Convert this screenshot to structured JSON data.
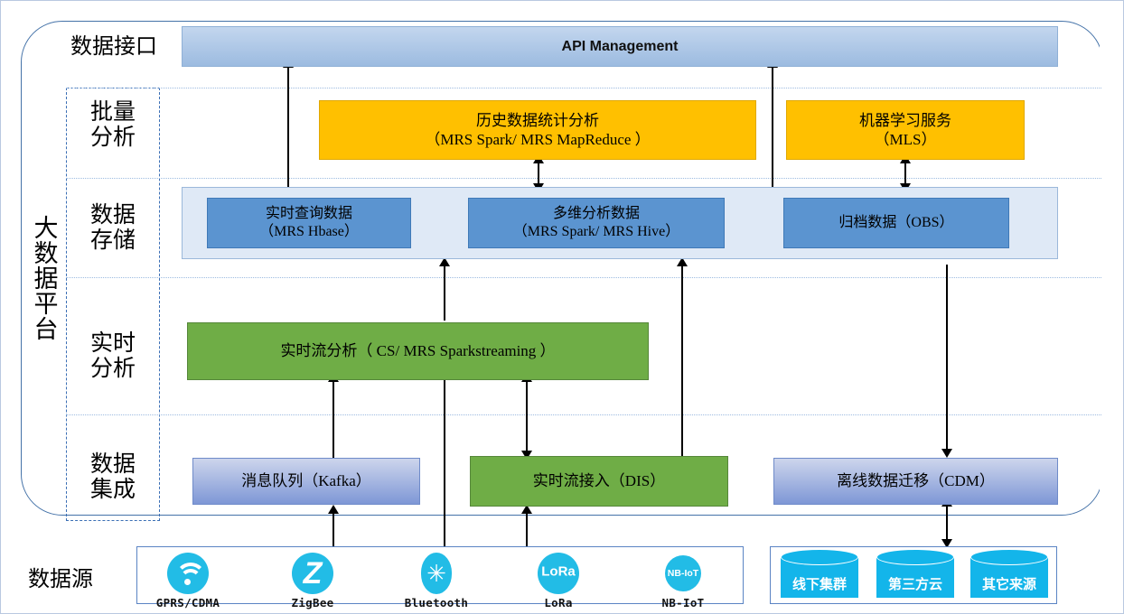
{
  "diagram": {
    "platform_label_lines": [
      "大",
      "数",
      "据",
      "平",
      "台"
    ],
    "source_label": "数据源",
    "rows": [
      {
        "name": "数据接口"
      },
      {
        "name": "批量\n分析"
      },
      {
        "name": "数据\n存储"
      },
      {
        "name": "实时\n分析"
      },
      {
        "name": "数据\n集成"
      }
    ],
    "nodes": {
      "api_management": "API Management",
      "history_analysis": {
        "line1": "历史数据统计分析",
        "line2": "（MRS Spark/ MRS MapReduce ）"
      },
      "machine_learning": {
        "line1": "机器学习服务",
        "line2": "（MLS）"
      },
      "realtime_query": {
        "line1": "实时查询数据",
        "line2": "（MRS Hbase）"
      },
      "multidim_analysis": {
        "line1": "多维分析数据",
        "line2": "（MRS Spark/ MRS Hive）"
      },
      "archive_data": "归档数据（OBS）",
      "stream_analysis": "实时流分析（ CS/ MRS Sparkstreaming ）",
      "message_queue": "消息队列（Kafka）",
      "stream_ingest": "实时流接入（DIS）",
      "offline_migration": "离线数据迁移（CDM）"
    },
    "protocols": [
      {
        "caption": "GPRS/CDMA",
        "icon": "wifi-icon"
      },
      {
        "caption": "ZigBee",
        "icon": "zigbee-icon",
        "glyph": "Z"
      },
      {
        "caption": "Bluetooth",
        "icon": "bluetooth-icon",
        "glyph": "✳"
      },
      {
        "caption": "LoRa",
        "icon": "lora-icon",
        "glyph": "LoRa"
      },
      {
        "caption": "NB-IoT",
        "icon": "nbiot-icon",
        "glyph": "NB-IoT"
      }
    ],
    "external_sources": [
      {
        "label": "线下集群",
        "icon": "database-cylinder-icon"
      },
      {
        "label": "第三方云",
        "icon": "database-cylinder-icon"
      },
      {
        "label": "其它来源",
        "icon": "database-cylinder-icon"
      }
    ],
    "colors": {
      "api_bar": "#9cbbe0",
      "batch_orange": "#ffc000",
      "storage_band": "#dfe9f6",
      "storage_node": "#5b94d0",
      "realtime_green": "#6fad46",
      "integration_lavender": "#7e97d6",
      "frame_blue": "#4472a8",
      "icon_cyan": "#22bce6",
      "cylinder_blue": "#13b5ea"
    }
  }
}
